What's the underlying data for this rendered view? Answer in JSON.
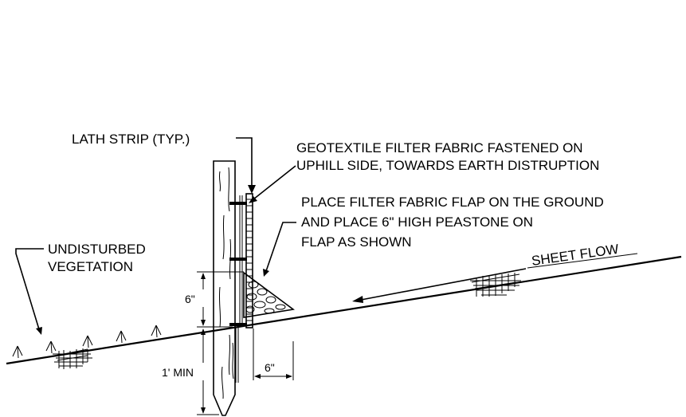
{
  "labels": {
    "lath_strip": "LATH STRIP (TYP.)",
    "geotextile_line1": "GEOTEXTILE FILTER FABRIC FASTENED ON",
    "geotextile_line2": "UPHILL SIDE, TOWARDS EARTH DISTRUPTION",
    "flap_line1": "PLACE FILTER FABRIC FLAP ON THE GROUND",
    "flap_line2": "AND PLACE 6\" HIGH PEASTONE ON",
    "flap_line3": "FLAP AS SHOWN",
    "undisturbed_line1": "UNDISTURBED",
    "undisturbed_line2": "VEGETATION",
    "sheet_flow": "SHEET FLOW"
  },
  "dimensions": {
    "peastone_height": "6\"",
    "embed_depth": "1' MIN",
    "flap_width": "6\""
  }
}
